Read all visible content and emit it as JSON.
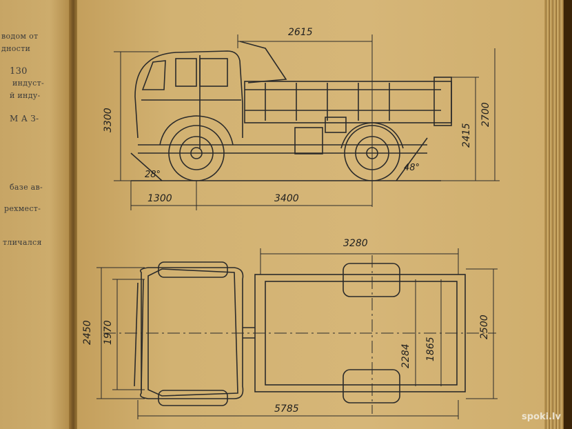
{
  "left_page": {
    "lines": [
      "водом от",
      "дности",
      "130",
      "индуст-",
      "й инду-",
      "М А З-",
      "базе ав-",
      "рехмест-",
      "тличался"
    ]
  },
  "side_view": {
    "dims": {
      "overall_span": "2615",
      "height_total": "3300",
      "height_cab": "2700",
      "height_body": "2415",
      "front_overhang": "1300",
      "wheelbase": "3400",
      "approach_angle": "28°",
      "departure_angle": "48°"
    }
  },
  "top_view": {
    "dims": {
      "body_length": "3280",
      "overall_width": "2450",
      "front_track": "1970",
      "rear_track": "1865",
      "inner_body_width": "2284",
      "body_width": "2500",
      "overall_length": "5785"
    }
  },
  "watermark": "spoki.lv"
}
